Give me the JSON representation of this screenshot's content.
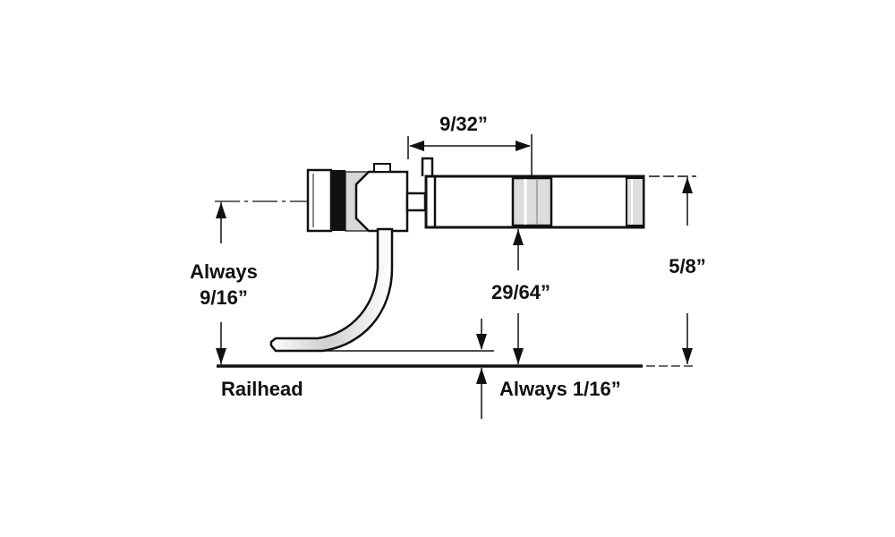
{
  "labels": {
    "top_width": "9/32”",
    "always_height_line1": "Always",
    "always_height_line2": "9/16”",
    "shank_height": "29/64”",
    "overall_height": "5/8”",
    "railhead": "Railhead",
    "always_clearance": "Always 1/16”"
  },
  "colors": {
    "ink": "#111111",
    "paper": "#ffffff"
  }
}
